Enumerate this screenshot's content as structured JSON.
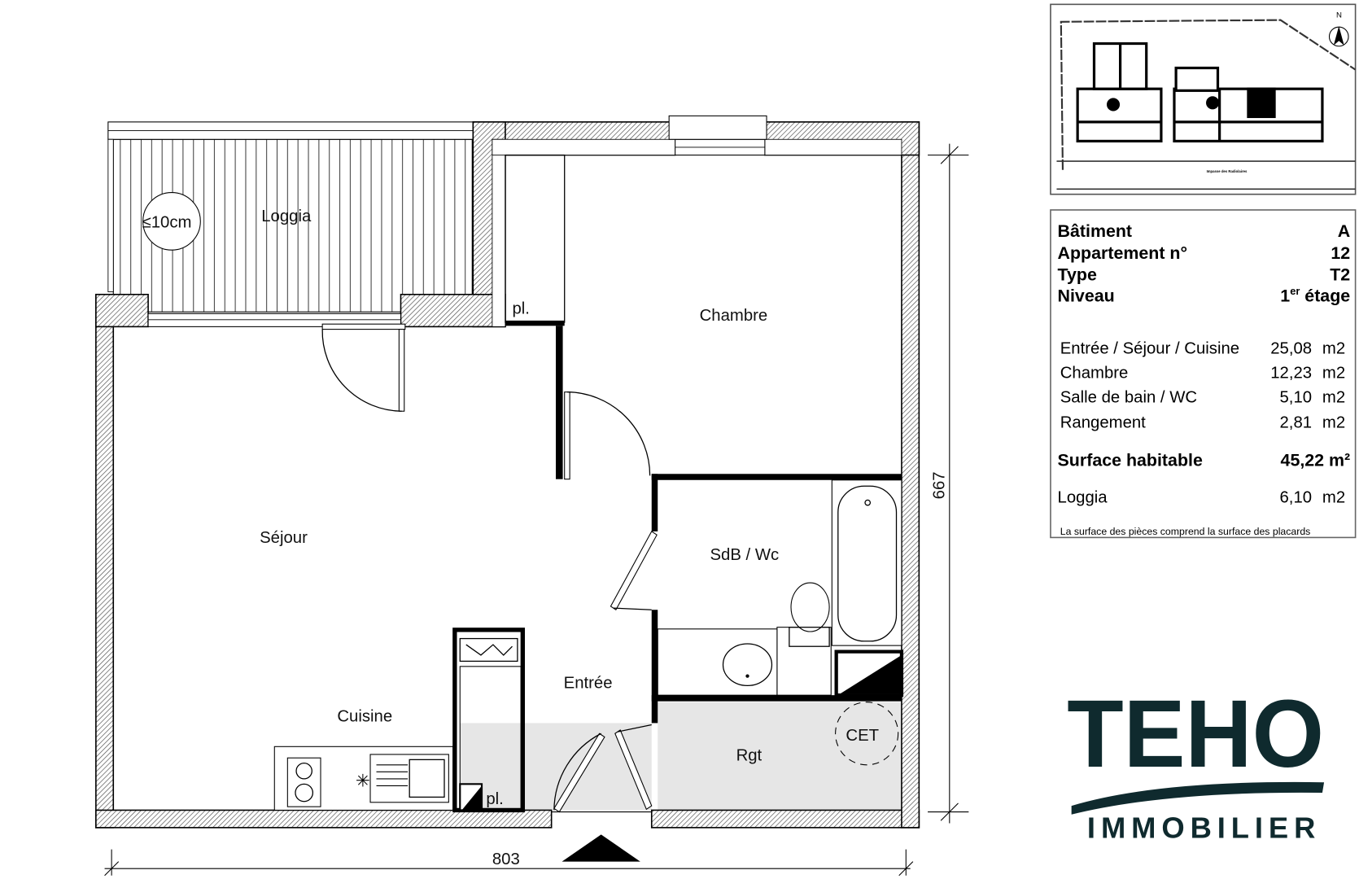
{
  "plan": {
    "rooms": {
      "loggia": "Loggia",
      "loggia_note": "≤10cm",
      "chambre": "Chambre",
      "placard_top": "pl.",
      "sejour": "Séjour",
      "sdb": "SdB / Wc",
      "entree": "Entrée",
      "cuisine": "Cuisine",
      "rgt": "Rgt",
      "cet": "CET",
      "placard_bottom": "pl."
    },
    "dimensions": {
      "width": "803",
      "height": "667"
    }
  },
  "site_plan": {
    "north": "N",
    "street_label": "Impasse des Radiolaires"
  },
  "info": {
    "header": [
      {
        "label": "Bâtiment",
        "value": "A"
      },
      {
        "label": "Appartement n°",
        "value": "12"
      },
      {
        "label": "Type",
        "value": "T2"
      },
      {
        "label": "Niveau",
        "value": "1",
        "sup": "er",
        "value_suffix": " étage"
      }
    ],
    "rooms": [
      {
        "label": "Entrée / Séjour / Cuisine",
        "value": "25,08",
        "unit": "m2"
      },
      {
        "label": "Chambre",
        "value": "12,23",
        "unit": "m2"
      },
      {
        "label": "Salle de bain / WC",
        "value": "5,10",
        "unit": "m2"
      },
      {
        "label": "Rangement",
        "value": "2,81",
        "unit": "m2"
      }
    ],
    "total": {
      "label": "Surface habitable",
      "value": "45,22 m²"
    },
    "loggia": {
      "label": "Loggia",
      "value": "6,10",
      "unit": "m2"
    },
    "note": "La surface des pièces comprend la surface des placards"
  },
  "logo": {
    "name": "TEHO",
    "sub": "IMMOBILIER",
    "color": "#0f2a2e"
  },
  "colors": {
    "shaded_floor": "#e6e6e6",
    "wall": "#000000"
  }
}
